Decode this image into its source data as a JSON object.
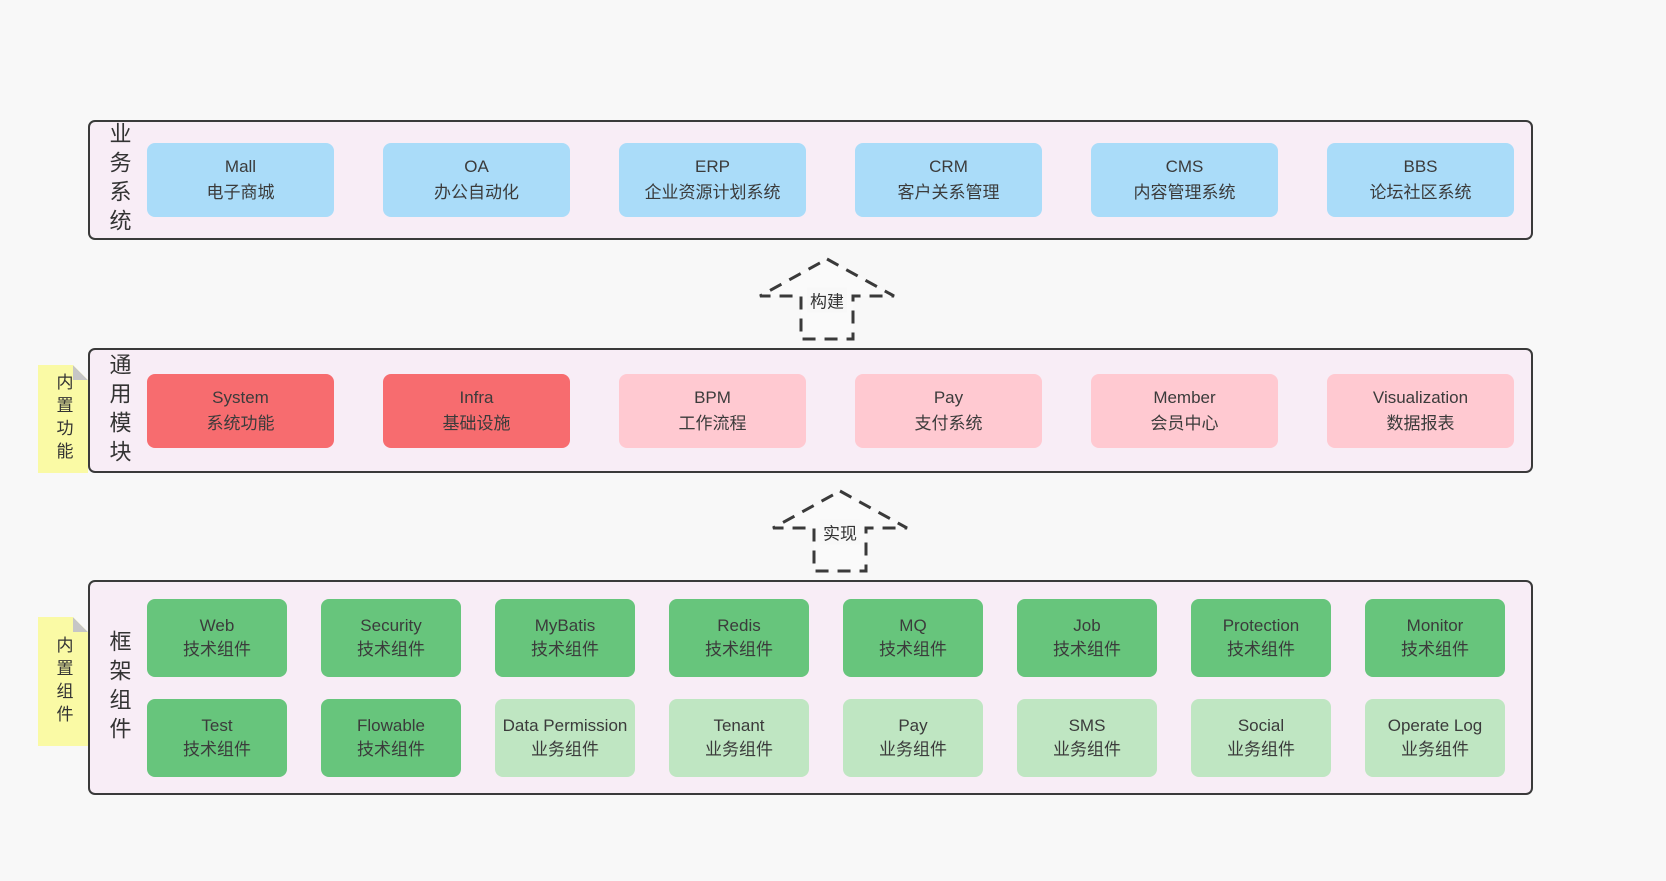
{
  "colors": {
    "page_bg": "#f8f8f8",
    "panel_bg": "#f8edf6",
    "panel_border": "#3a3a3a",
    "box_blue": "#aadcf9",
    "box_red": "#f76c6f",
    "box_pink": "#ffc9d1",
    "box_green": "#67c57c",
    "box_green_light": "#bfe6c2",
    "tag_yellow": "#fafaa5",
    "text": "#3b3b3b"
  },
  "business": {
    "label": "业务系统",
    "boxes": [
      {
        "name": "Mall",
        "desc": "电子商城"
      },
      {
        "name": "OA",
        "desc": "办公自动化"
      },
      {
        "name": "ERP",
        "desc": "企业资源计划系统"
      },
      {
        "name": "CRM",
        "desc": "客户关系管理"
      },
      {
        "name": "CMS",
        "desc": "内容管理系统"
      },
      {
        "name": "BBS",
        "desc": "论坛社区系统"
      }
    ]
  },
  "arrows": {
    "build": "构建",
    "implement": "实现"
  },
  "common": {
    "tag": "内置功能",
    "label": "通用模块",
    "boxes": [
      {
        "name": "System",
        "desc": "系统功能",
        "variant": "red"
      },
      {
        "name": "Infra",
        "desc": "基础设施",
        "variant": "red"
      },
      {
        "name": "BPM",
        "desc": "工作流程",
        "variant": "pink"
      },
      {
        "name": "Pay",
        "desc": "支付系统",
        "variant": "pink"
      },
      {
        "name": "Member",
        "desc": "会员中心",
        "variant": "pink"
      },
      {
        "name": "Visualization",
        "desc": "数据报表",
        "variant": "pink"
      }
    ]
  },
  "framework": {
    "tag": "内置组件",
    "label": "框架组件",
    "row1": [
      {
        "name": "Web",
        "desc": "技术组件",
        "variant": "green"
      },
      {
        "name": "Security",
        "desc": "技术组件",
        "variant": "green"
      },
      {
        "name": "MyBatis",
        "desc": "技术组件",
        "variant": "green"
      },
      {
        "name": "Redis",
        "desc": "技术组件",
        "variant": "green"
      },
      {
        "name": "MQ",
        "desc": "技术组件",
        "variant": "green"
      },
      {
        "name": "Job",
        "desc": "技术组件",
        "variant": "green"
      },
      {
        "name": "Protection",
        "desc": "技术组件",
        "variant": "green"
      },
      {
        "name": "Monitor",
        "desc": "技术组件",
        "variant": "green"
      }
    ],
    "row2": [
      {
        "name": "Test",
        "desc": "技术组件",
        "variant": "green"
      },
      {
        "name": "Flowable",
        "desc": "技术组件",
        "variant": "green"
      },
      {
        "name": "Data Permission",
        "desc": "业务组件",
        "variant": "green-light"
      },
      {
        "name": "Tenant",
        "desc": "业务组件",
        "variant": "green-light"
      },
      {
        "name": "Pay",
        "desc": "业务组件",
        "variant": "green-light"
      },
      {
        "name": "SMS",
        "desc": "业务组件",
        "variant": "green-light"
      },
      {
        "name": "Social",
        "desc": "业务组件",
        "variant": "green-light"
      },
      {
        "name": "Operate Log",
        "desc": "业务组件",
        "variant": "green-light"
      }
    ]
  }
}
